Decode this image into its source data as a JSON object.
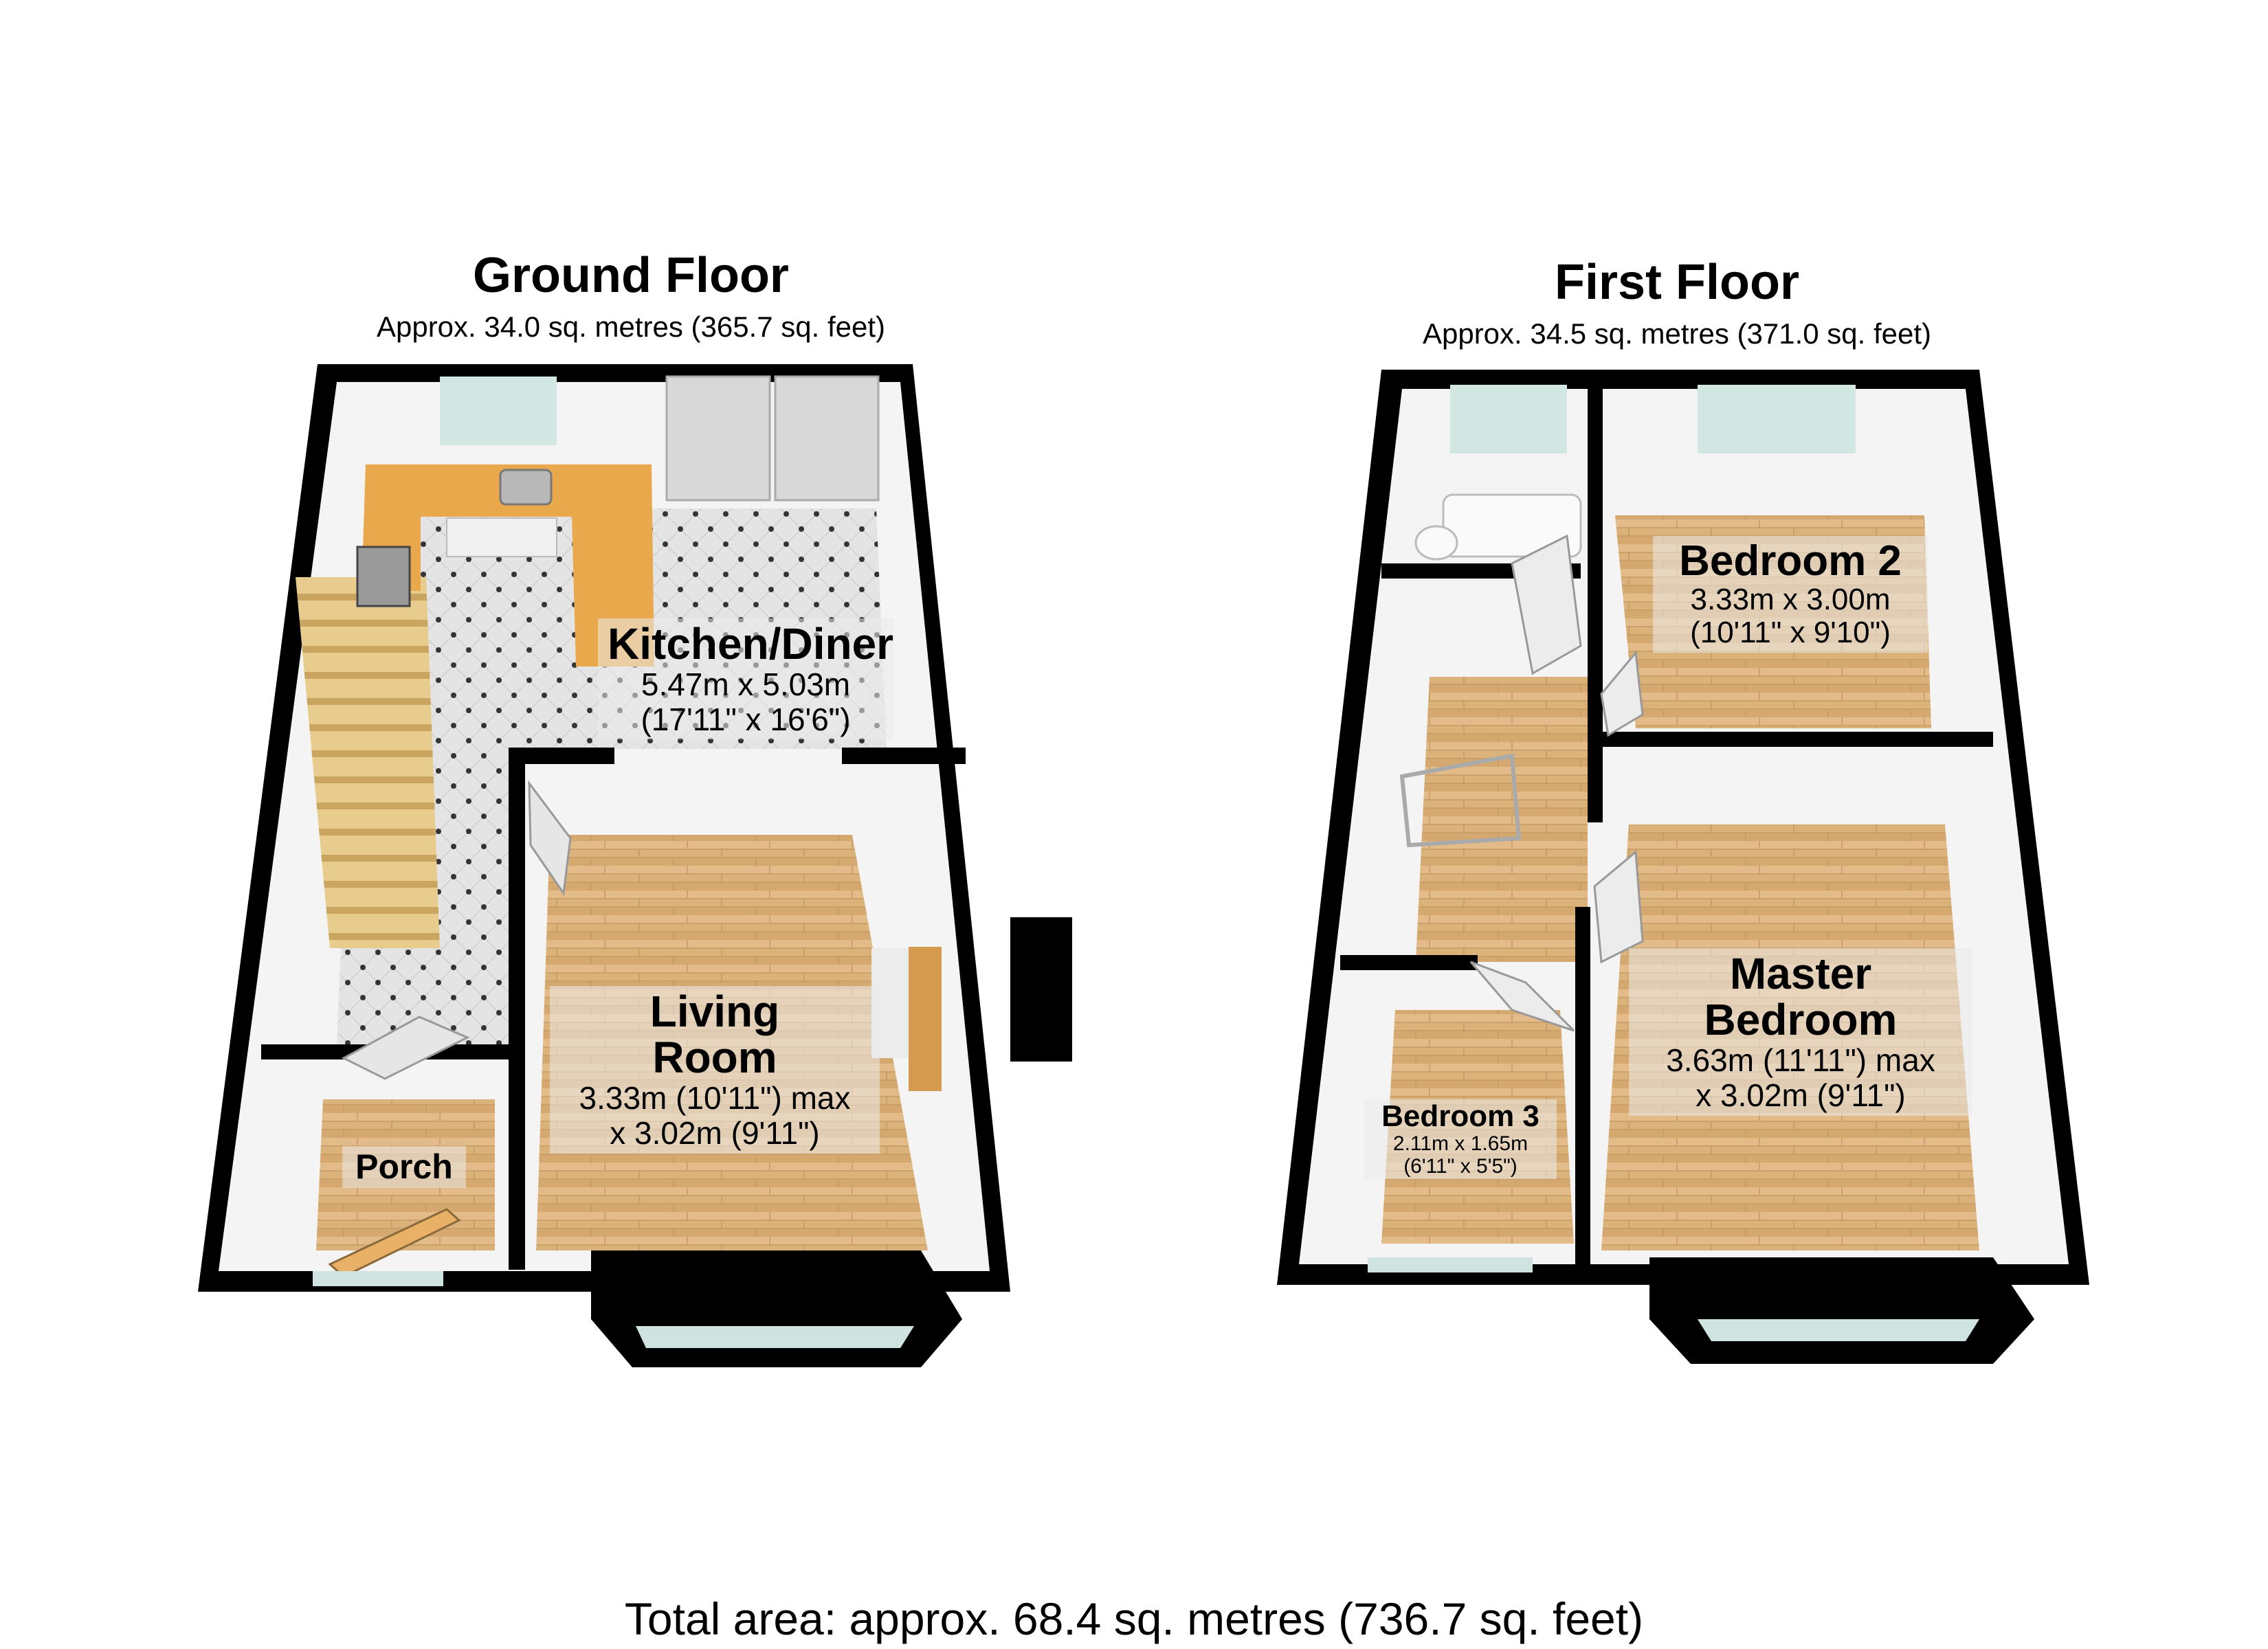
{
  "floors": [
    {
      "title": "Ground Floor",
      "area": "Approx. 34.0 sq. metres (365.7 sq. feet)",
      "rooms": [
        {
          "name": "Kitchen/Diner",
          "dims": [
            "5.47m x 5.03m",
            "(17'11\" x 16'6\")"
          ]
        },
        {
          "name": "Living\nRoom",
          "dims": [
            "3.33m (10'11\") max",
            "x 3.02m (9'11\")"
          ]
        },
        {
          "name": "Porch",
          "dims": []
        }
      ]
    },
    {
      "title": "First Floor",
      "area": "Approx. 34.5 sq. metres (371.0 sq. feet)",
      "rooms": [
        {
          "name": "Bedroom 2",
          "dims": [
            "3.33m x 3.00m",
            "(10'11\" x 9'10\")"
          ]
        },
        {
          "name": "Master\nBedroom",
          "dims": [
            "3.63m (11'11\") max",
            "x 3.02m (9'11\")"
          ]
        },
        {
          "name": "Bedroom 3",
          "dims": [
            "2.11m x 1.65m",
            "(6'11\" x 5'5\")"
          ]
        }
      ]
    }
  ],
  "total_area": "Total area: approx. 68.4 sq. metres (736.7 sq. feet)",
  "colors": {
    "wall": "#000000",
    "wall_inner": "#f2f2f2",
    "wood_floor": "#d9b07a",
    "tile_floor": "#e6e6e6",
    "worktop": "#e8a64a",
    "stairs": "#e6c888",
    "window_glass": "#cfe3e0"
  }
}
